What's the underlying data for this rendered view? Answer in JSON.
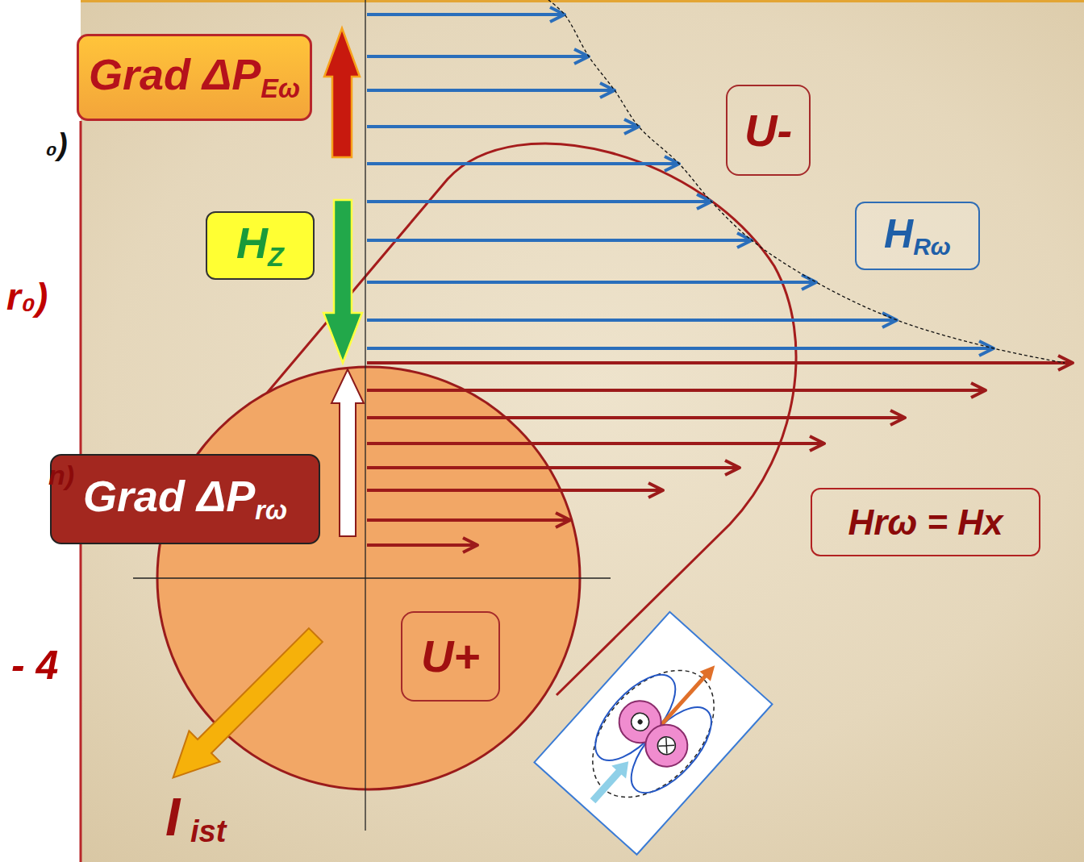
{
  "diagram": {
    "nodes": [
      {
        "text": [
          "Grad ΔP",
          "Eω"
        ]
      },
      {
        "text": [
          "U-"
        ]
      },
      {
        "text": [
          "H",
          "Z"
        ]
      },
      {
        "text": [
          "H",
          "Rω"
        ]
      },
      {
        "text": [
          "Grad ΔP",
          "rω"
        ]
      },
      {
        "text": [
          "Hrω = Hx"
        ]
      },
      {
        "text": [
          "U+"
        ]
      }
    ],
    "labels": [
      "₀)",
      "r₀)",
      "n)",
      "- 4",
      "I",
      "ist"
    ]
  }
}
